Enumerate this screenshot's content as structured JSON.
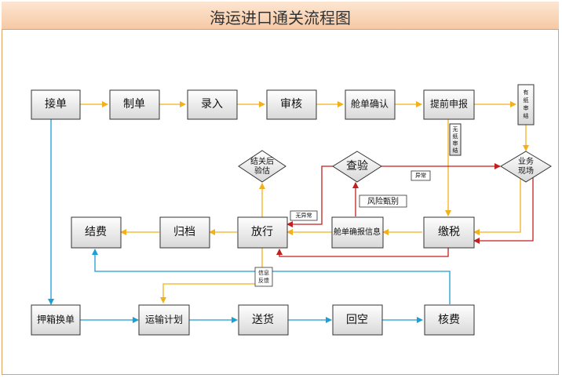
{
  "title": "海运进口通关流程图",
  "nodes": {
    "jiedan": "接单",
    "zhidan": "制单",
    "luru": "录入",
    "shenhe": "审核",
    "cangdan_queren": "舱单确认",
    "tiqian_shenbao": "提前申报",
    "youzhi_shenjie": "有纸审结",
    "wuzhi_shenjie": "无纸审结",
    "yewu_xianchang": "业务现场",
    "chayan": "查验",
    "jieguanhou_yangu": "结关后验估",
    "jiaoshui": "缴税",
    "cangdan_queren_info": "舱单确报信息",
    "fangxing": "放行",
    "guidang": "归档",
    "jiefei": "结费",
    "yaxiang_huandan": "押箱换单",
    "yunshu_jihua": "运输计划",
    "songhuo": "送货",
    "huikong": "回空",
    "hefei": "核费"
  },
  "labels": {
    "yichang": "异常",
    "wuyichang": "无异常",
    "fengxian_jiebie": "风险甄别",
    "xinxi_fankui": "信息反馈"
  },
  "colors": {
    "main_flow": "#f2b11c",
    "logistics_flow": "#1a9fd6",
    "exception_flow": "#c21f1f"
  }
}
